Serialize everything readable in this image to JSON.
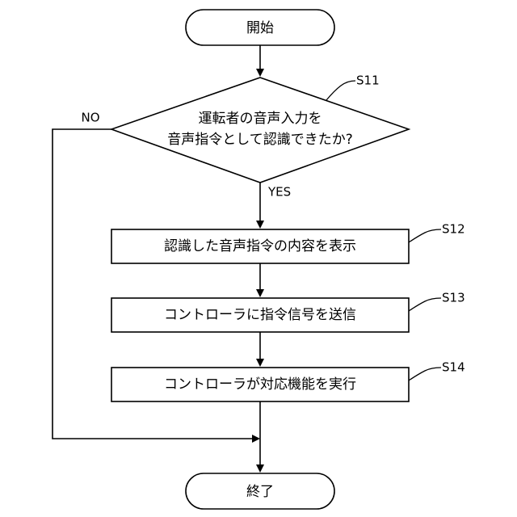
{
  "flowchart": {
    "start_label": "開始",
    "end_label": "終了",
    "decision": {
      "line1": "運転者の音声入力を",
      "line2": "音声指令として認識できたか?",
      "step_id": "S11",
      "yes_label": "YES",
      "no_label": "NO"
    },
    "steps": [
      {
        "id": "S12",
        "label": "認識した音声指令の内容を表示"
      },
      {
        "id": "S13",
        "label": "コントローラに指令信号を送信"
      },
      {
        "id": "S14",
        "label": "コントローラが対応機能を実行"
      }
    ]
  },
  "colors": {
    "stroke": "#000000",
    "fill": "#ffffff",
    "text": "#000000"
  }
}
